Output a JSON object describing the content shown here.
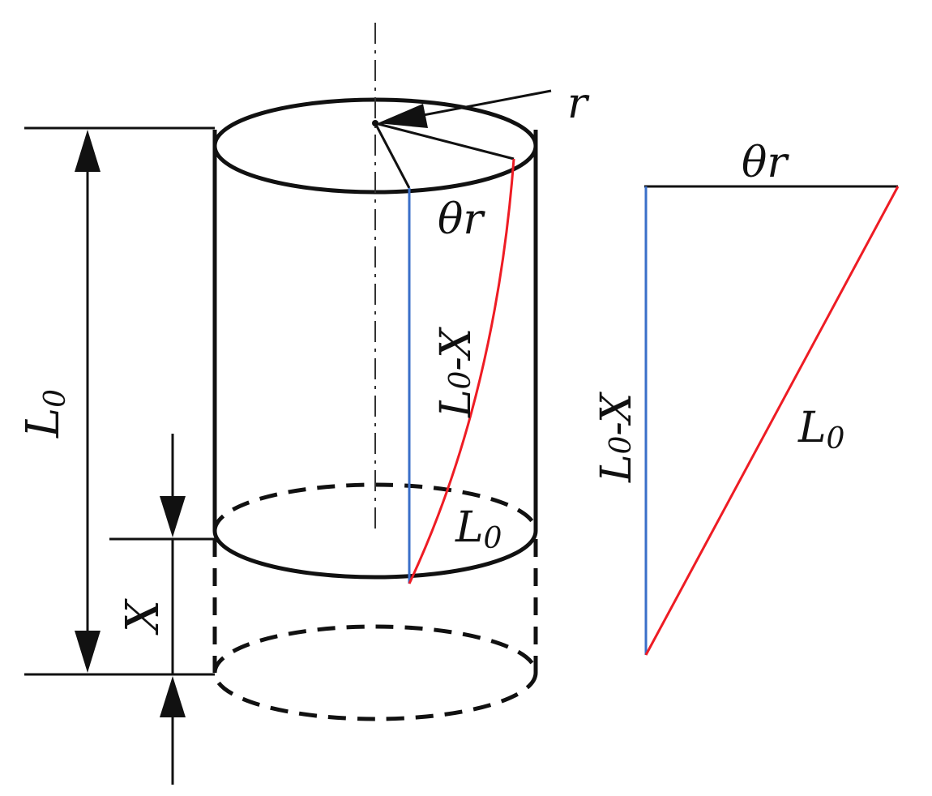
{
  "colors": {
    "stroke": "#111111",
    "blue_line": "#3a6fc9",
    "red_line": "#ee1c24",
    "background": "#ffffff"
  },
  "labels": {
    "r": "r",
    "theta": "θ",
    "r_after_theta": "r",
    "L_main": "L",
    "L_sub": "0",
    "X": "X",
    "dash_X": "-X"
  }
}
